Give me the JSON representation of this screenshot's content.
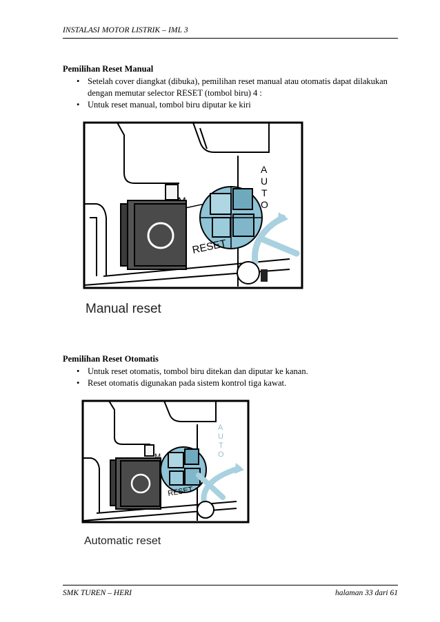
{
  "header": {
    "title": "INSTALASI MOTOR LISTRIK – IML 3"
  },
  "section_manual": {
    "title": "Pemilihan Reset Manual",
    "bullets": [
      "Setelah cover diangkat (dibuka), pemilihan reset manual atau otomatis dapat dilakukan dengan memutar selector RESET (tombol biru) 4 :",
      "Untuk reset manual, tombol biru diputar ke kiri"
    ],
    "figure": {
      "caption": "Manual reset",
      "labels": {
        "auto": [
          "A",
          "U",
          "T",
          "O"
        ],
        "reset": "RESET",
        "m": "M"
      }
    }
  },
  "section_auto": {
    "title": "Pemilihan Reset Otomatis",
    "bullets": [
      "Untuk reset otomatis, tombol biru ditekan dan diputar ke kanan.",
      "Reset otomatis digunakan pada sistem kontrol tiga kawat."
    ],
    "figure": {
      "caption": "Automatic reset",
      "labels": {
        "auto": [
          "A",
          "U",
          "T",
          "O"
        ],
        "reset": "RESET",
        "m": "M"
      }
    }
  },
  "footer": {
    "left": "SMK TUREN – HERI",
    "right": "halaman 33 dari 61"
  },
  "colors": {
    "knob_blue": "#8fc3d6",
    "knob_dark": "#5f9fb6",
    "button_dark": "#4a4a4a",
    "arrow": "#a9d1df"
  }
}
